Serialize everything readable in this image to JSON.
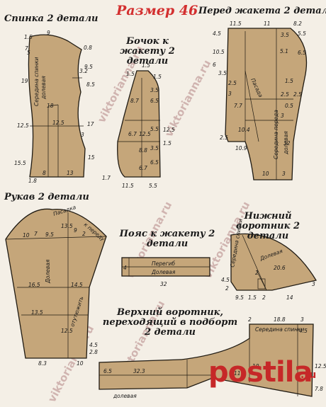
{
  "header": {
    "size": "Размер 46"
  },
  "pieces": {
    "back": {
      "title": "Спинка 2 детали",
      "grain": "Середина спинки",
      "grain2": "долевая"
    },
    "side": {
      "title": "Бочок к жакету 2 детали"
    },
    "front": {
      "title": "Перед жакета 2 детали",
      "grain": "Середина переда",
      "grain2": "долевая",
      "fold": "Пасада"
    },
    "sleeve": {
      "title": "Рукав 2 детали",
      "fold": "Пасадка",
      "to_front": "к переду",
      "grain": "Долевая",
      "pleat": "отутюжить"
    },
    "belt": {
      "title": "Пояс к жакету 2 детали",
      "fold": "Перегиб",
      "grain": "Долевая",
      "length": "32",
      "width": "4"
    },
    "under_collar": {
      "title": "Нижний воротник 2 детали",
      "center": "Середина спинки",
      "grain": "Долевая"
    },
    "upper_collar": {
      "title": "Верхний воротник, переходящий в подборт 2 детали",
      "center": "Середина спинки",
      "grain": "долевая"
    }
  },
  "watermarks": {
    "site": "viktorianna.ru",
    "stamp": "postila",
    "stamp_tld": ".ru"
  }
}
